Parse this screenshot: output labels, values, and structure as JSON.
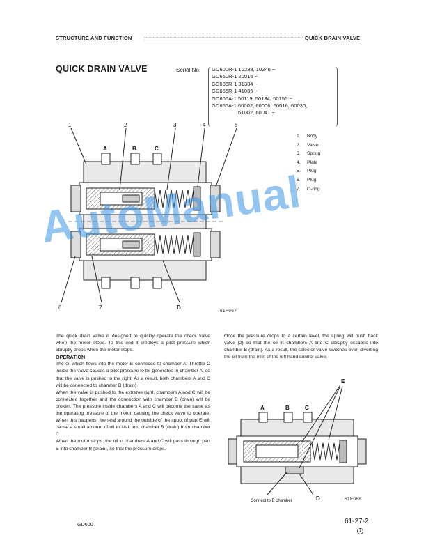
{
  "header": {
    "left": "STRUCTURE AND FUNCTION",
    "right": "QUICK DRAIN VALVE"
  },
  "title": "QUICK DRAIN VALVE",
  "serial": {
    "label": "Serial No.",
    "lines": [
      "GD600R-1 10238, 10246 ~",
      "GD650R-1 20015 ~",
      "GD605R-1 31304 ~",
      "GD655R-1 41036 ~",
      "GD605A-1 50119, 50134, 50155 ~",
      "GD655A-1 60002, 60006, 60016, 60030,",
      "61002, 60041 ~"
    ]
  },
  "parts": [
    {
      "num": "1.",
      "name": "Body"
    },
    {
      "num": "2.",
      "name": "Valve"
    },
    {
      "num": "3.",
      "name": "Spring"
    },
    {
      "num": "4.",
      "name": "Plate"
    },
    {
      "num": "5.",
      "name": "Plug"
    },
    {
      "num": "6.",
      "name": "Plug"
    },
    {
      "num": "7.",
      "name": "O-ring"
    }
  ],
  "figure1": {
    "callouts": [
      "1",
      "2",
      "3",
      "4",
      "5",
      "6",
      "7"
    ],
    "chambers": [
      "A",
      "B",
      "C",
      "D"
    ],
    "code": "61F067"
  },
  "figure2": {
    "callouts": [
      "E",
      "A",
      "B",
      "C",
      "D"
    ],
    "caption": "Connect to B chamber",
    "code": "61F068"
  },
  "body": {
    "intro": "The quick drain valve is designed to quickly operate the check valve when the motor stops. To this end it employs a pilot pressure which abruptly drops when the motor stops.",
    "operation_heading": "OPERATION",
    "op_p1": "The oil which flows into the motor is conneced to chamber A. Throttle D inside the valve causes a pilot pressure to be generated in chamber A, so that the valve is pushed to the right. As a result, both chambers A and C will be connected to chamber B (drain).",
    "op_p2": "When the valve is pushed to the extreme right, chambers A and C will be connected together and the connection with chamber B (drain) will be broken. The pressure inside chambers A and C will become the same as the operating pressure of the motor, causing the check valve to operate. When this happens, the seal around the outside of the spool of part E will cause a small amount of oil to leak into chamber B (drain) from chamber C.",
    "op_p3": "When the motor stops, the oil in chambers A and C will pass through part E into chamber B (drain), so that the pressure drops.",
    "col2": "Once the pressure drops to a certain level, the spring will push back valve (2) so that the oil in chambers A and C abruptly escapes into chamber B (drain). As a result, the selector valve switches over, diverting the oil from the inlet of the left hand control valve."
  },
  "footer": {
    "model": "GD600",
    "page": "61-27-2",
    "sub": "1"
  },
  "watermark": "AutoManual"
}
